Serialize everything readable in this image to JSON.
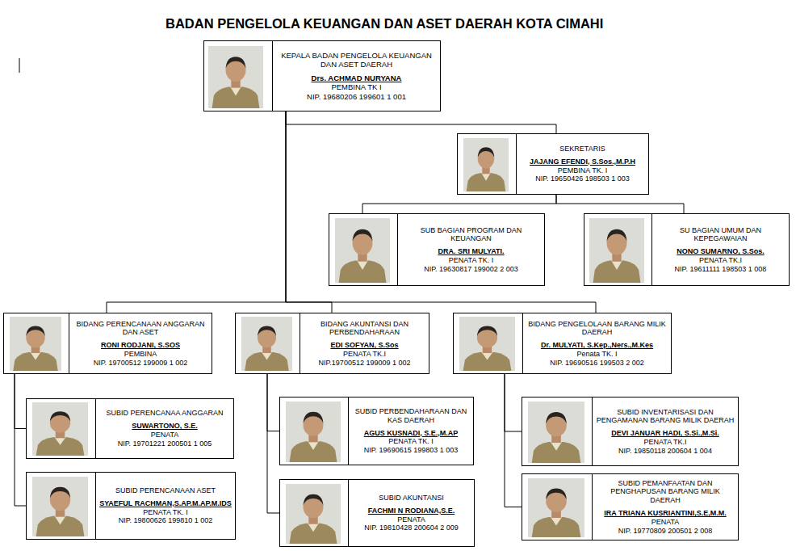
{
  "diagram": {
    "title": "BADAN PENGELOLA KEUANGAN DAN ASET DAERAH KOTA CIMAHI",
    "nodes": [
      {
        "text": [
          "KEPALA BADAN PENGELOLA KEUANGAN DAN ASET DAERAH",
          "Drs. ACHMAD NURYANA",
          "PEMBINA TK I",
          "NIP. 19680206 199601 1 001"
        ]
      },
      {
        "text": [
          "SEKRETARIS",
          "JAJANG EFENDI, S.Sos.,M.P.H",
          "PEMBINA TK. I",
          "NIP. 19650426 198503 1 003"
        ]
      },
      {
        "text": [
          "SUB BAGIAN PROGRAM DAN KEUANGAN",
          "DRA. SRI MULYATI.",
          "PENATA TK. I",
          "NIP. 19630817 199002 2 003"
        ]
      },
      {
        "text": [
          "SU BAGIAN UMUM DAN KEPEGAWAIAN",
          "NONO SUMARNO, S.Sos.",
          "PENATA TK.I",
          "NIP. 19611111 198503 1 008"
        ]
      },
      {
        "text": [
          "BIDANG PERENCANAAN ANGGARAN DAN ASET",
          "RONI RODJANI, S.SOS",
          "PEMBINA",
          "NIP. 19700512 199009 1 002"
        ]
      },
      {
        "text": [
          "BIDANG AKUNTANSI DAN PERBENDAHARAAN",
          "EDI SOFYAN, S.Sos",
          "PENATA TK.I",
          "NIP.19700512 199009 1 002"
        ]
      },
      {
        "text": [
          "BIDANG PENGELOLAAN BARANG MILIK DAERAH",
          "Dr. MULYATI, S.Kep.,Ners.,M.Kes",
          "Penata TK. I",
          "NIP. 19690516 199503 2 002"
        ]
      },
      {
        "text": [
          "SUBID PERENCANAA ANGGARAN",
          "SUWARTONO, S.E.",
          "PENATA",
          "NIP. 19701221 200501 1 005"
        ]
      },
      {
        "text": [
          "SUBID PERENCANAAN ASET",
          "SYAEFUL RACHMAN,S.AP.M.AP.M.IDS",
          "PENATA TK. I",
          "NIP. 19800626 199810 1 002"
        ]
      },
      {
        "text": [
          "SUBID PERBENDAHARAAN DAN KAS DAERAH",
          "AGUS KUSNADI, S.E.,M.AP",
          "PENATA TK. I",
          "NIP. 19690615 199803 1 003"
        ]
      },
      {
        "text": [
          "SUBID AKUNTANSI",
          "FACHMI N RODIANA,S.E.",
          "PENATA",
          "NIP. 19810428 200604 2 009"
        ]
      },
      {
        "text": [
          "SUBID INVENTARISASI DAN PENGAMANAN BARANG MILIK DAERAH",
          "DEVI JANUAR HADI, S.Si.,M.Si.",
          "PENATA TK.I",
          "NIP. 19850118 200604 1 004"
        ]
      },
      {
        "text": [
          "SUBID PEMANFAATAN DAN PENGHAPUSAN BARANG MILIK DAERAH",
          "IRA TRIANA KUSRIANTINI,S.E,M.M.",
          "PENATA",
          "NIP. 19770809 200501 2 008"
        ]
      }
    ],
    "edges": [
      {
        "from": 0,
        "to": 1,
        "arrow": "none"
      },
      {
        "from": 1,
        "to": 2,
        "arrow": "none"
      },
      {
        "from": 1,
        "to": 3,
        "arrow": "none"
      },
      {
        "from": 0,
        "to": 4,
        "arrow": "none"
      },
      {
        "from": 0,
        "to": 5,
        "arrow": "none"
      },
      {
        "from": 0,
        "to": 6,
        "arrow": "none"
      },
      {
        "from": 4,
        "to": 7,
        "arrow": "none"
      },
      {
        "from": 4,
        "to": 8,
        "arrow": "none"
      },
      {
        "from": 5,
        "to": 9,
        "arrow": "none"
      },
      {
        "from": 5,
        "to": 10,
        "arrow": "none"
      },
      {
        "from": 6,
        "to": 11,
        "arrow": "none"
      },
      {
        "from": 6,
        "to": 12,
        "arrow": "none"
      }
    ]
  }
}
